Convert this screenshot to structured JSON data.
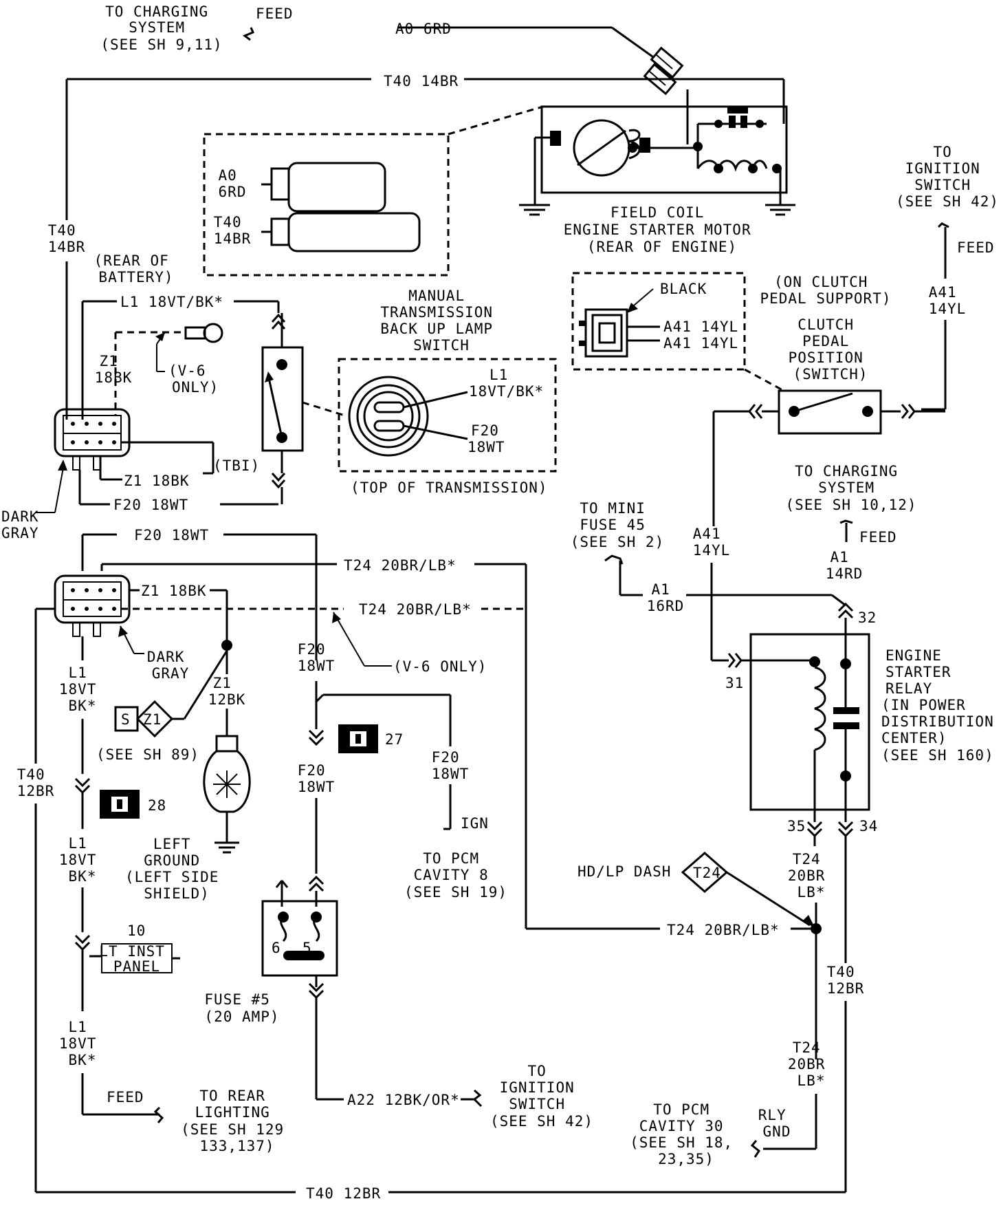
{
  "labels": {
    "to_charging_top": [
      "TO CHARGING",
      "SYSTEM",
      "(SEE SH 9,11)"
    ],
    "feed_top": "FEED",
    "a0_6rd": "A0 6RD",
    "t40_14br_top": "T40 14BR",
    "a0_cavity": [
      "A0",
      "6RD"
    ],
    "t40_cavity": [
      "T40",
      "14BR"
    ],
    "field_coil": [
      "FIELD COIL",
      "ENGINE STARTER MOTOR",
      "(REAR OF ENGINE)"
    ],
    "to_ign_top": [
      "TO",
      "IGNITION",
      "SWITCH",
      "(SEE SH 42)"
    ],
    "feed_right": "FEED",
    "a41_14yl_v": [
      "A41",
      "14YL"
    ],
    "t40_14br_left": [
      "T40",
      "14BR"
    ],
    "rear_battery": [
      "(REAR OF",
      "BATTERY)"
    ],
    "l1_18vtbk": "L1 18VT/BK*",
    "z1_18bk_a": [
      "Z1",
      "18BK"
    ],
    "v6_only_a": [
      "(V-6",
      "ONLY)"
    ],
    "manual_trans": [
      "MANUAL",
      "TRANSMISSION",
      "BACK UP LAMP",
      "SWITCH"
    ],
    "l1_18vtbk_b": [
      "L1",
      "18VT/BK*"
    ],
    "f20_18wt_b": [
      "F20",
      "18WT"
    ],
    "top_of_trans": "(TOP OF TRANSMISSION)",
    "black": "BLACK",
    "a41_14yl_1": "A41 14YL",
    "a41_14yl_2": "A41 14YL",
    "on_clutch": [
      "(ON CLUTCH",
      "PEDAL SUPPORT)"
    ],
    "clutch_pedal": [
      "CLUTCH",
      "PEDAL",
      "POSITION",
      "(SWITCH)"
    ],
    "tbi": "(TBI)",
    "z1_18bk_b": "Z1 18BK",
    "dark_gray_a": [
      "DARK",
      "GRAY"
    ],
    "f20_18wt_c": "F20 18WT",
    "to_charging_mid": [
      "TO CHARGING",
      "SYSTEM",
      "(SEE SH 10,12)"
    ],
    "feed_mid": "FEED",
    "to_mini_fuse": [
      "TO MINI",
      "FUSE 45",
      "(SEE SH 2)"
    ],
    "a41_14yl_mid": [
      "A41",
      "14YL"
    ],
    "a1_14rd": [
      "A1",
      "14RD"
    ],
    "a1_16rd": [
      "A1",
      "16RD"
    ],
    "c32": "32",
    "c31": "31",
    "engine_relay": [
      "ENGINE",
      "STARTER",
      "RELAY",
      "(IN POWER",
      "DISTRIBUTION",
      "CENTER)",
      "(SEE SH 160)"
    ],
    "f20_18wt_d": "F20 18WT",
    "t24_a": "T24 20BR/LB*",
    "z1_18bk_c": "Z1 18BK",
    "t24_b": "T24 20BR/LB*",
    "dark_gray_b": [
      "DARK",
      "GRAY"
    ],
    "f20_18wt_e": [
      "F20",
      "18WT"
    ],
    "v6_only_b": "(V-6 ONLY)",
    "l1_18vt_a": [
      "L1",
      "18VT",
      "BK*"
    ],
    "z1_12bk": [
      "Z1",
      "12BK"
    ],
    "z1_tag": "Z1",
    "s_tag": "S",
    "see_sh_89": "(SEE SH 89)",
    "c27": "27",
    "f20_18wt_f": [
      "F20",
      "18WT"
    ],
    "f20_18wt_g": [
      "F20",
      "18WT"
    ],
    "t40_12br_left": [
      "T40",
      "12BR"
    ],
    "c28": "28",
    "ign": "IGN",
    "to_pcm_8": [
      "TO PCM",
      "CAVITY 8",
      "(SEE SH 19)"
    ],
    "left_ground": [
      "LEFT",
      "GROUND",
      "(LEFT SIDE",
      "SHIELD)"
    ],
    "l1_18vt_b": [
      "L1",
      "18VT",
      "BK*"
    ],
    "c35": "35",
    "c34": "34",
    "hdlp_dash": "HD/LP DASH",
    "t24_tag": "T24",
    "t24_20br_c": [
      "T24",
      "20BR",
      "LB*"
    ],
    "c10": "10",
    "lt_inst_panel": [
      "LT INST",
      "PANEL"
    ],
    "fuse_6": "6",
    "fuse_5": "5",
    "t24_d": "T24 20BR/LB*",
    "t40_12br_right": [
      "T40",
      "12BR"
    ],
    "fuse_5_label": [
      "FUSE #5",
      "(20 AMP)"
    ],
    "l1_18vt_c": [
      "L1",
      "18VT",
      "BK*"
    ],
    "t24_20br_d": [
      "T24",
      "20BR",
      "LB*"
    ],
    "feed_bottom": "FEED",
    "to_rear_lighting": [
      "TO REAR",
      "LIGHTING",
      "(SEE SH 129",
      "133,137)"
    ],
    "a22": "A22 12BK/OR*",
    "to_ign_bottom": [
      "TO",
      "IGNITION",
      "SWITCH",
      "(SEE SH 42)"
    ],
    "to_pcm_30": [
      "TO PCM",
      "CAVITY 30",
      "(SEE SH 18,",
      "23,35)"
    ],
    "rly_gnd": [
      "RLY",
      "GND"
    ],
    "t40_12br_bottom": "T40 12BR"
  }
}
